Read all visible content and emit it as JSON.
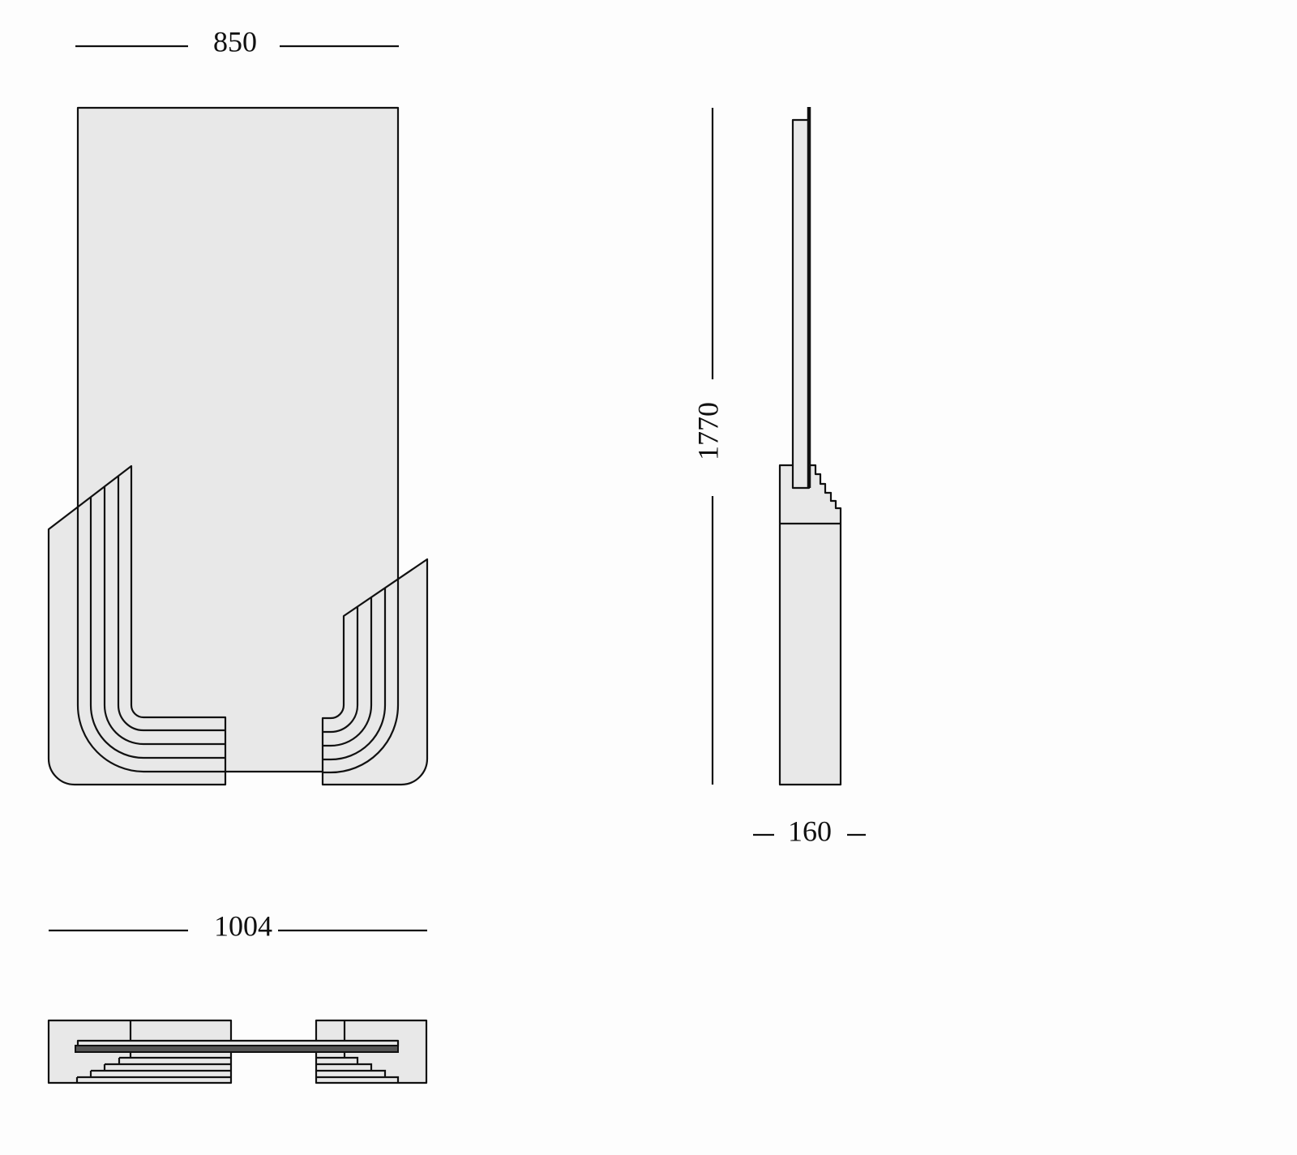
{
  "drawing": {
    "front_view": {
      "width_label": "850"
    },
    "side_view": {
      "height_label": "1770",
      "depth_label": "160"
    },
    "top_view": {
      "width_label": "1004"
    }
  },
  "colors": {
    "fill": "#e8e8e8",
    "stroke": "#111111"
  }
}
